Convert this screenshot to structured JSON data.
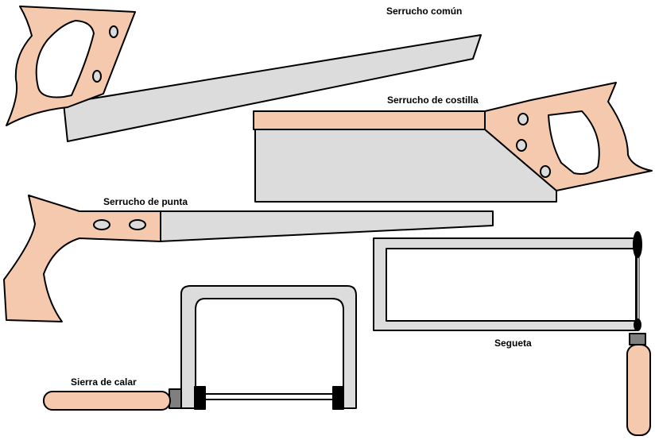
{
  "labels": {
    "serrucho_comun": "Serrucho común",
    "serrucho_costilla": "Serrucho de costilla",
    "serrucho_punta": "Serrucho de punta",
    "segueta": "Segueta",
    "sierra_calar": "Sierra de calar"
  },
  "colors": {
    "blade": "#dcdcdc",
    "handle": "#f4c9ae",
    "spine": "#f4c9ae",
    "outline": "#000000",
    "frame": "#dcdcdc",
    "ferrule": "#7f7f7f",
    "background": "#ffffff"
  }
}
